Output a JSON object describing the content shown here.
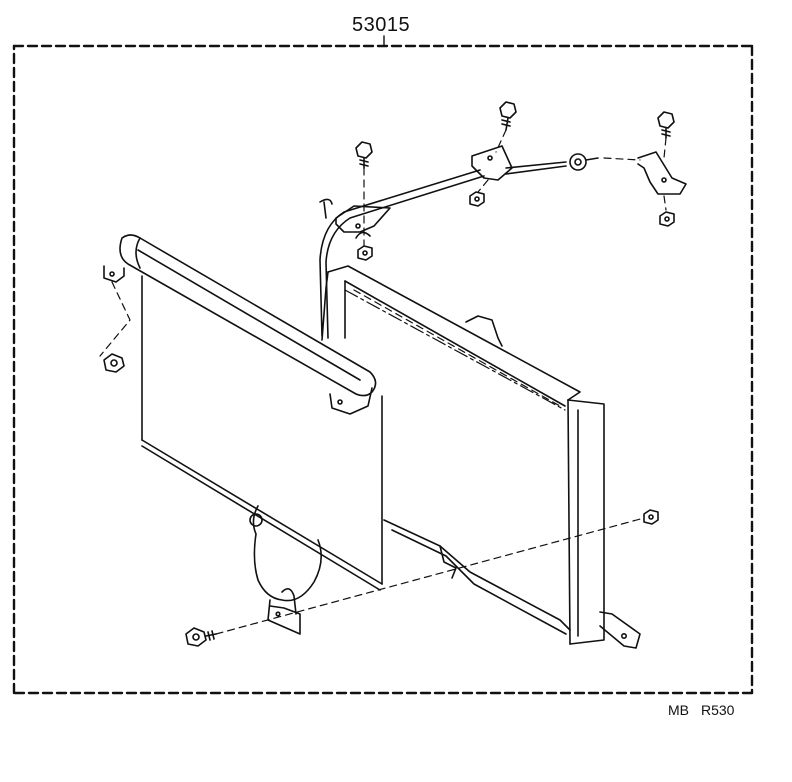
{
  "diagram": {
    "part_number": "53015",
    "reference_code": [
      "MB",
      "R530"
    ],
    "colors": {
      "line": "#111111",
      "background": "#ffffff"
    }
  }
}
